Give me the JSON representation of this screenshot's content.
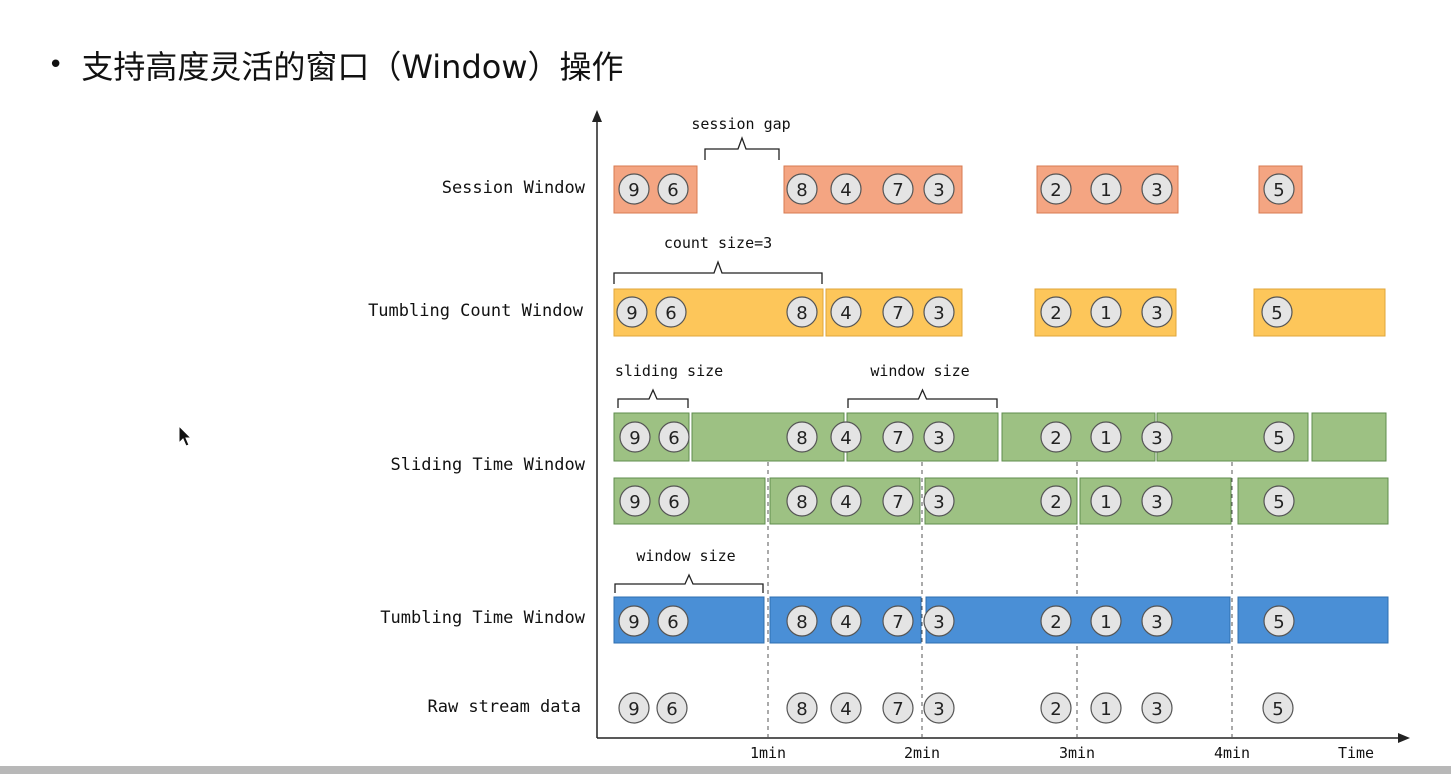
{
  "slide": {
    "bullet": "•",
    "title": "支持高度灵活的窗口（Window）操作"
  },
  "rows": {
    "session": "Session Window",
    "tumbling_count": "Tumbling Count Window",
    "sliding_time": "Sliding Time Window",
    "tumbling_time": "Tumbling Time Window",
    "raw": "Raw stream data"
  },
  "annotations": {
    "session_gap": "session gap",
    "count_size": "count size=3",
    "sliding_size": "sliding size",
    "window_size_sliding": "window size",
    "window_size_tumbling": "window size"
  },
  "axis": {
    "x_ticks": [
      "1min",
      "2min",
      "3min",
      "4min"
    ],
    "x_label": "Time"
  },
  "events": [
    "9",
    "6",
    "8",
    "4",
    "7",
    "3",
    "2",
    "1",
    "3",
    "5"
  ],
  "colors": {
    "session": "#f4a582",
    "tumbling_count": "#fdc65a",
    "sliding_time": "#9dc183",
    "tumbling_time": "#4a8fd6",
    "event_fill": "#e4e4e4"
  }
}
